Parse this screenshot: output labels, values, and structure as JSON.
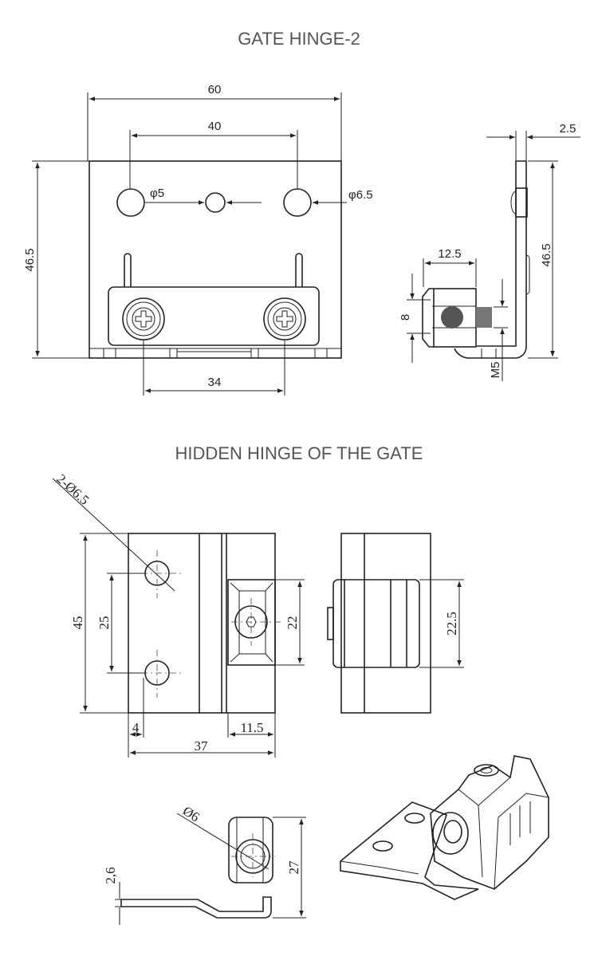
{
  "titles": {
    "gate_hinge": "GATE HINGE-2",
    "hidden_hinge": "HIDDEN HINGE OF THE GATE"
  },
  "gate_hinge_front": {
    "width": "60",
    "hole_spacing": "40",
    "small_hole": "φ5",
    "large_hole": "φ6.5",
    "height": "46.5",
    "screw_spacing": "34"
  },
  "gate_hinge_side": {
    "thickness": "2.5",
    "height": "46.5",
    "nut_width": "12.5",
    "nut_height": "8",
    "thread": "M5"
  },
  "hidden_hinge_front": {
    "holes": "2-Ø6.5",
    "height": "45",
    "hole_spacing": "25",
    "block_height": "22",
    "edge_offset": "4",
    "knuckle_width": "11.5",
    "width": "37"
  },
  "hidden_hinge_side": {
    "block_height": "22.5"
  },
  "hidden_hinge_bottom": {
    "pin": "Ø6",
    "thickness": "2,6",
    "height": "27"
  }
}
